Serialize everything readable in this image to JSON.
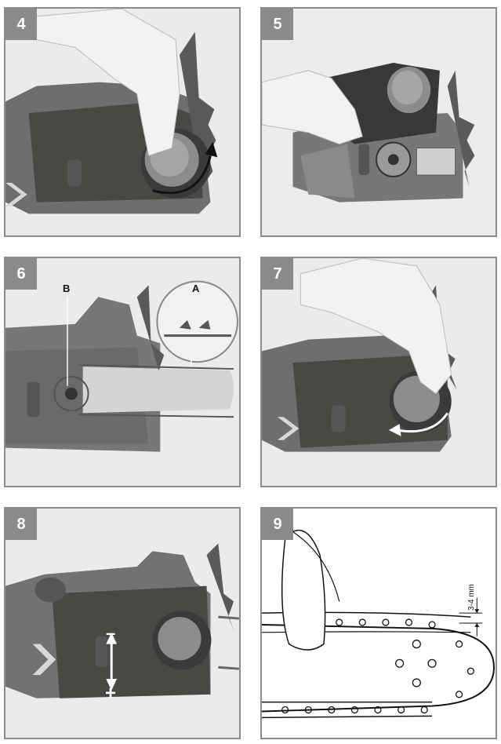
{
  "steps": [
    {
      "number": "4"
    },
    {
      "number": "5"
    },
    {
      "number": "6",
      "labels": {
        "b": "B",
        "a": "A"
      }
    },
    {
      "number": "7"
    },
    {
      "number": "8",
      "tension_minus": "–",
      "tension_plus": "+"
    },
    {
      "number": "9",
      "measurement": "3-4 mm"
    }
  ]
}
